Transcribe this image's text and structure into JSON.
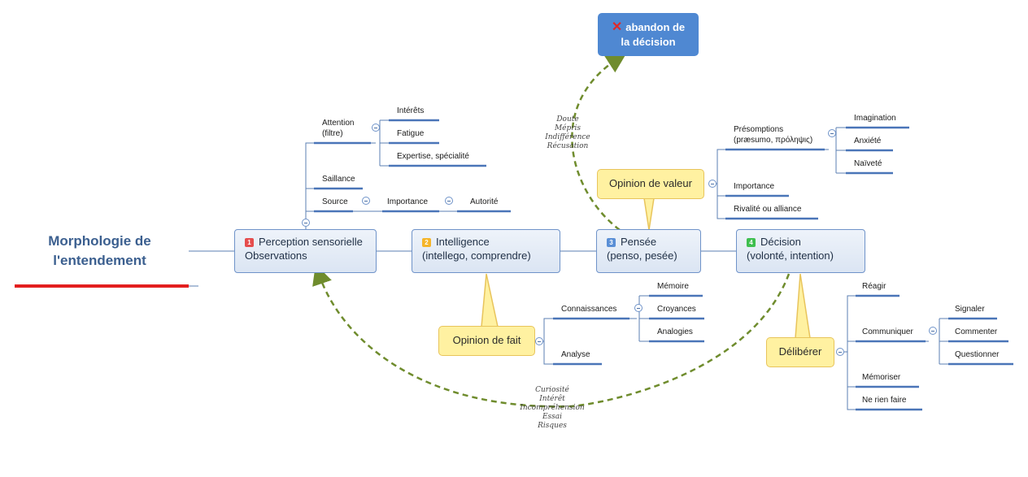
{
  "root": {
    "line1": "Morphologie de",
    "line2": "l'entendement"
  },
  "abandon": {
    "line1": "abandon de",
    "line2": "la décision",
    "icon": "cross-icon"
  },
  "main": [
    {
      "num": "1",
      "line1": "Perception sensorielle",
      "line2": "Observations"
    },
    {
      "num": "2",
      "line1": "Intelligence",
      "line2": "(intellego, comprendre)"
    },
    {
      "num": "3",
      "line1": "Pensée",
      "line2": "(penso, pesée)"
    },
    {
      "num": "4",
      "line1": "Décision",
      "line2": "(volonté, intention)"
    }
  ],
  "callouts": {
    "valeur": "Opinion de valeur",
    "fait": "Opinion de fait",
    "deliberer": "Délibérer"
  },
  "perception": {
    "attention_1": "Attention",
    "attention_2": "(filtre)",
    "interets": "Intérêts",
    "fatigue": "Fatigue",
    "expertise": "Expertise, spécialité",
    "saillance": "Saillance",
    "source": "Source",
    "importance": "Importance",
    "autorite": "Autorité"
  },
  "intelligence": {
    "connaissances": "Connaissances",
    "memoire": "Mémoire",
    "croyances": "Croyances",
    "analogies": "Analogies",
    "analyse": "Analyse"
  },
  "pensee": {
    "presomptions_1": "Présomptions",
    "presomptions_2": "(præsumo, πρόληψις)",
    "imagination": "Imagination",
    "anxiete": "Anxiété",
    "naivete": "Naïveté",
    "importance": "Importance",
    "rivalite": "Rivalité ou alliance"
  },
  "decision": {
    "reagir": "Réagir",
    "communiquer": "Communiquer",
    "signaler": "Signaler",
    "commenter": "Commenter",
    "questionner": "Questionner",
    "memoriser": "Mémoriser",
    "ne_rien_faire": "Ne rien faire"
  },
  "anno_top": [
    "Doute",
    "Mépris",
    "Indifférence",
    "Récusation"
  ],
  "anno_bottom": [
    "Curiosité",
    "Intérêt",
    "Incompréhension",
    "Essai",
    "Risques"
  ],
  "colors": {
    "wire": "#5b7fb3",
    "dash": "#6f8c2d",
    "underline": "#4a75b8",
    "red": "#e31e1e"
  }
}
